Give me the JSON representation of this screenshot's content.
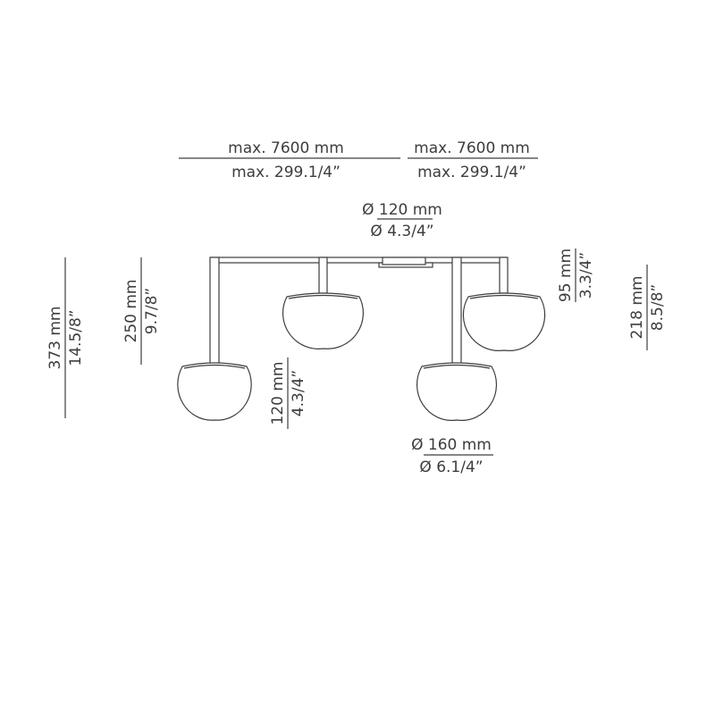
{
  "dimensions": {
    "width_left": {
      "metric": "max. 7600 mm",
      "imperial": "max. 299.1/4”"
    },
    "width_right": {
      "metric": "max. 7600 mm",
      "imperial": "max. 299.1/4”"
    },
    "canopy_diameter": {
      "metric": "Ø 120 mm",
      "imperial": "Ø 4.3/4”"
    },
    "shade_diameter": {
      "metric": "Ø 160 mm",
      "imperial": "Ø 6.1/4”"
    },
    "total_height": {
      "metric": "373 mm",
      "imperial": "14.5/8”"
    },
    "rod_long": {
      "metric": "250 mm",
      "imperial": "9.7/8”"
    },
    "shade_height": {
      "metric": "120 mm",
      "imperial": "4.3/4”"
    },
    "rod_short": {
      "metric": "95 mm",
      "imperial": "3.3/4”"
    },
    "short_height": {
      "metric": "218 mm",
      "imperial": "8.5/8”"
    }
  }
}
